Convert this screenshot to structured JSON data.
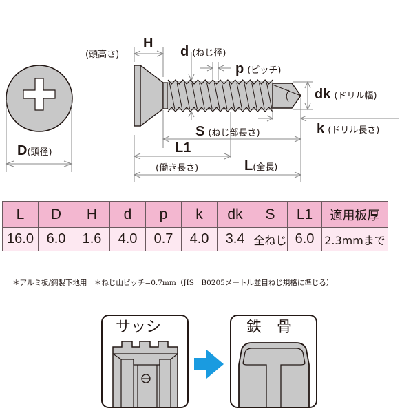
{
  "diagram": {
    "labels": {
      "D": {
        "symbol": "D",
        "desc": "(頭径)"
      },
      "H": {
        "symbol": "H",
        "desc": "(頭高さ)"
      },
      "d": {
        "symbol": "d",
        "desc": "(ねじ径)"
      },
      "p": {
        "symbol": "p",
        "desc": "(ピッチ)"
      },
      "dk": {
        "symbol": "dk",
        "desc": "(ドリル幅)"
      },
      "k": {
        "symbol": "k",
        "desc": "(ドリル長さ)"
      },
      "S": {
        "symbol": "S",
        "desc": "(ねじ部長さ)"
      },
      "L1": {
        "symbol": "L1",
        "desc": "(働き長さ)"
      },
      "L": {
        "symbol": "L",
        "desc": "(全長)"
      }
    }
  },
  "table": {
    "headers": [
      "L",
      "D",
      "H",
      "d",
      "p",
      "k",
      "dk",
      "S",
      "L1",
      "適用板厚"
    ],
    "rows": [
      [
        "16.0",
        "6.0",
        "1.6",
        "4.0",
        "0.7",
        "4.0",
        "3.4",
        "全ねじ",
        "6.0",
        "2.3mmまで"
      ]
    ]
  },
  "footnote": "＊アルミ板/鋼製下地用　＊ねじ山ピッチ=0.7mm（JIS　B0205メートル並目ねじ規格に準じる）",
  "application": {
    "from_label": "サッシ",
    "to_label": "鉄　骨",
    "arrow_color": "#1a9be0"
  },
  "colors": {
    "header_bg": "#f3b7d0",
    "body_bg": "#fde8f1",
    "part_fill": "#c8c8c8",
    "line": "#231815"
  }
}
